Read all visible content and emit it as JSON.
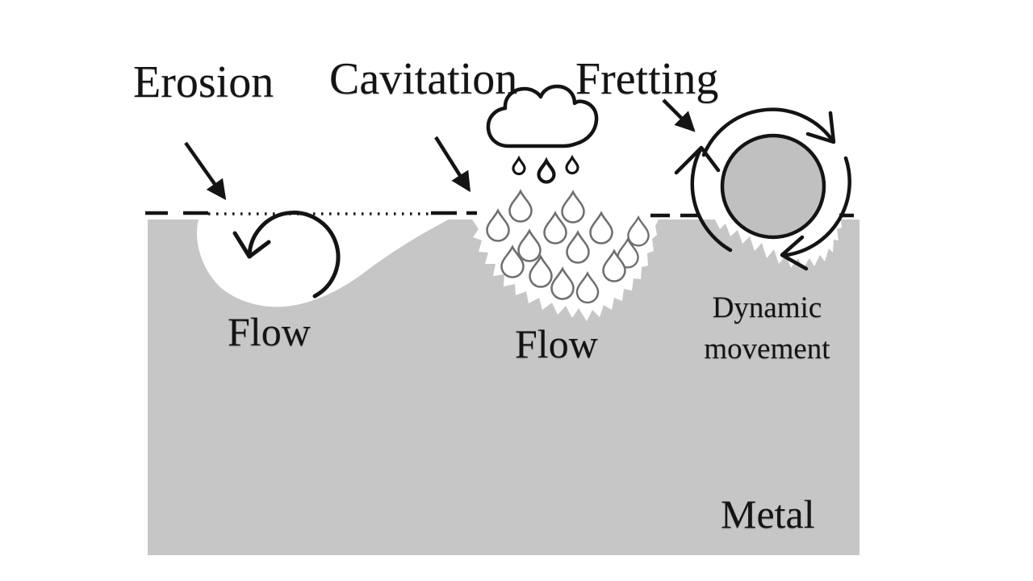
{
  "figure": {
    "headings": {
      "erosion": "Erosion",
      "cavitation": "Cavitation",
      "fretting": "Fretting"
    },
    "labels": {
      "flow_erosion": "Flow",
      "flow_cavitation": "Flow",
      "dynamic_movement": "Dynamic movement",
      "metal": "Metal"
    },
    "icons": {
      "cloud": "cloud-icon",
      "droplet": "droplet-icon",
      "vortex": "vortex-arrow-icon",
      "rotation": "rotation-arrows-icon",
      "pointer": "pointer-arrow-icon"
    },
    "colors": {
      "background": "#ffffff",
      "metal": "#c6c6c6",
      "ball_fill": "#c0c0c0",
      "ink": "#141414",
      "droplet_outline": "#6f6f6f"
    }
  }
}
